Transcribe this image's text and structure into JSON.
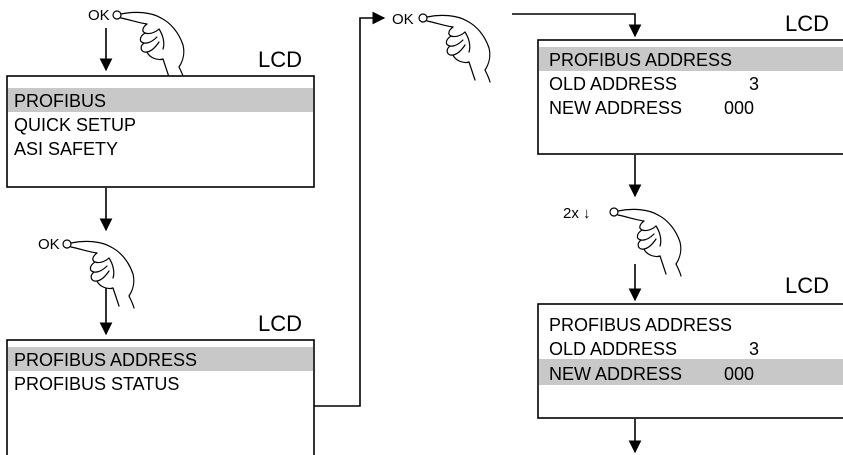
{
  "colors": {
    "highlight": "#c8c8c8",
    "stroke": "#000000",
    "background": "#ffffff"
  },
  "lcd_label": "LCD",
  "ok_steps": [
    {
      "label": "OK"
    },
    {
      "label": "OK"
    },
    {
      "label": "OK"
    },
    {
      "label": "2x ↓"
    }
  ],
  "screens": [
    {
      "lines": [
        "PROFIBUS",
        "QUICK SETUP",
        "ASI SAFETY"
      ],
      "highlighted": "PROFIBUS"
    },
    {
      "lines": [
        "PROFIBUS ADDRESS",
        "PROFIBUS STATUS"
      ],
      "highlighted": "PROFIBUS ADDRESS"
    },
    {
      "lines": [
        {
          "label": "PROFIBUS ADDRESS",
          "value": ""
        },
        {
          "label": "OLD ADDRESS",
          "value": "3"
        },
        {
          "label": "NEW ADDRESS",
          "value": "000"
        }
      ],
      "highlighted": "PROFIBUS ADDRESS"
    },
    {
      "lines": [
        {
          "label": "PROFIBUS ADDRESS",
          "value": ""
        },
        {
          "label": "OLD ADDRESS",
          "value": "3"
        },
        {
          "label": "NEW ADDRESS",
          "value": "000"
        }
      ],
      "highlighted": "NEW ADDRESS"
    }
  ]
}
